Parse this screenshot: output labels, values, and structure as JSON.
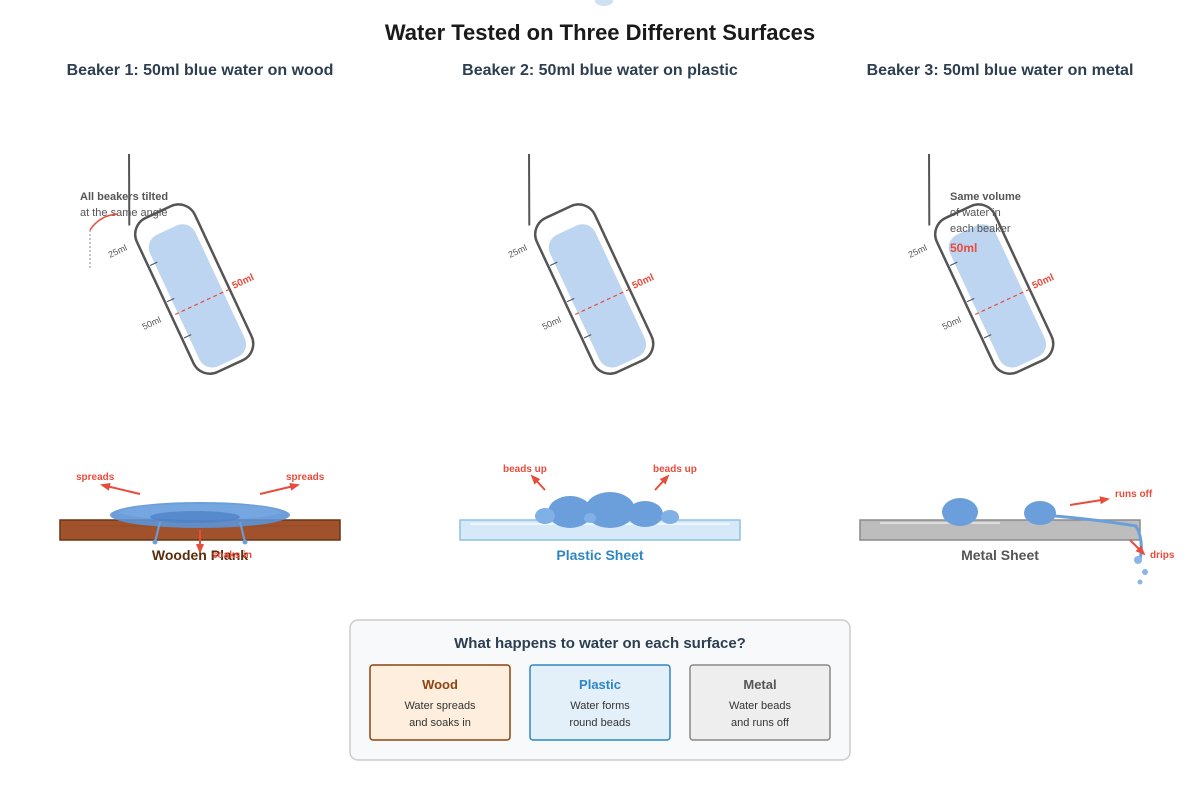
{
  "title": "Water Tested on Three Different Surfaces",
  "beakers": [
    {
      "heading": "Beaker 1: 50ml blue water on wood",
      "tick_25": "25ml",
      "tick_50": "50ml",
      "fill_mark": "50ml",
      "note_line1": "All beakers tilted",
      "note_line2": "at the same angle"
    },
    {
      "heading": "Beaker 2: 50ml blue water on plastic",
      "tick_25": "25ml",
      "tick_50": "50ml",
      "fill_mark": "50ml"
    },
    {
      "heading": "Beaker 3: 50ml blue water on metal",
      "tick_25": "25ml",
      "tick_50": "50ml",
      "fill_mark": "50ml",
      "note_line1": "Same volume",
      "note_line2": "of water in",
      "note_line3": "each beaker",
      "note_value": "50ml"
    }
  ],
  "surfaces": {
    "wood": {
      "label": "Wooden Plank",
      "arrow_left": "spreads",
      "arrow_right": "spreads",
      "arrow_down": "soaks in"
    },
    "plastic": {
      "label": "Plastic Sheet",
      "arrow_left": "beads up",
      "arrow_right": "beads up"
    },
    "metal": {
      "label": "Metal Sheet",
      "arrow_right": "runs off",
      "arrow_drip": "drips"
    }
  },
  "summary": {
    "title": "What happens to water on each surface?",
    "cards": [
      {
        "title": "Wood",
        "line1": "Water spreads",
        "line2": "and soaks in",
        "accent": "#8b4513"
      },
      {
        "title": "Plastic",
        "line1": "Water forms",
        "line2": "round beads",
        "accent": "#2e86c1"
      },
      {
        "title": "Metal",
        "line1": "Water beads",
        "line2": "and runs off",
        "accent": "#555555"
      }
    ]
  },
  "colors": {
    "water": "#a8c8ee",
    "water_drop": "#6a9fdc",
    "arrow": "#e74c3c",
    "wood": "#a0522d",
    "plastic": "#d6e9f8",
    "metal": "#bdbdbd"
  }
}
